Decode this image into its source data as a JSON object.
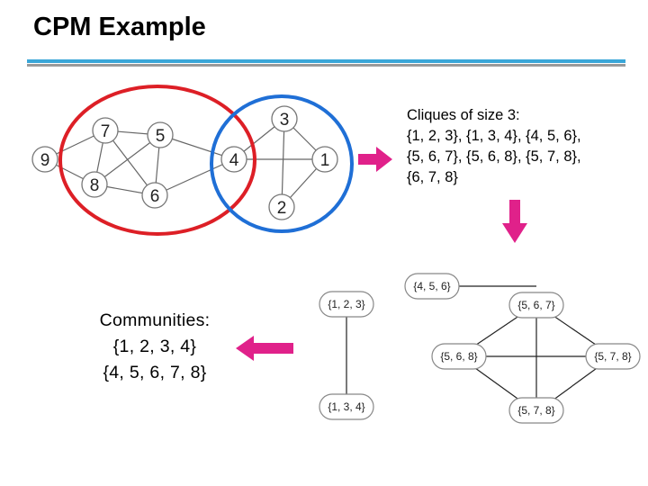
{
  "slide": {
    "title": "CPM Example",
    "cliques_heading": "Cliques of size 3:",
    "cliques_lines": [
      "{1, 2, 3}, {1, 3, 4}, {4, 5, 6},",
      "{5, 6, 7}, {5, 6, 8}, {5, 7, 8},",
      "{6, 7, 8}"
    ],
    "communities_heading": "Communities:",
    "communities_lines": [
      "{1, 2, 3, 4}",
      "{4, 5, 6, 7, 8}"
    ]
  },
  "colors": {
    "community_red": "#dd1f26",
    "community_blue": "#1f6fd6",
    "arrow_magenta": "#e0218a",
    "title_bar_blue": "#3aa6d8",
    "title_bar_gray": "#9a9a9a"
  },
  "graph": {
    "nodes": [
      "9",
      "7",
      "5",
      "8",
      "6",
      "4",
      "3",
      "1",
      "2"
    ],
    "edges": [
      [
        "9",
        "7"
      ],
      [
        "9",
        "8"
      ],
      [
        "7",
        "5"
      ],
      [
        "7",
        "8"
      ],
      [
        "7",
        "6"
      ],
      [
        "8",
        "6"
      ],
      [
        "8",
        "5"
      ],
      [
        "5",
        "6"
      ],
      [
        "5",
        "4"
      ],
      [
        "6",
        "4"
      ],
      [
        "4",
        "3"
      ],
      [
        "3",
        "1"
      ],
      [
        "3",
        "2"
      ],
      [
        "4",
        "1"
      ],
      [
        "1",
        "2"
      ]
    ]
  },
  "clique_graph": {
    "nodes": [
      "{4, 5, 6}",
      "{5, 6, 7}",
      "{5, 6, 8}",
      "{5, 7, 8}",
      "{5, 7, 8}",
      "{1, 2, 3}",
      "{1, 3, 4}"
    ],
    "edges": [
      [
        "n0",
        "n1"
      ],
      [
        "n1",
        "n2"
      ],
      [
        "n1",
        "n3"
      ],
      [
        "n1",
        "n4"
      ],
      [
        "n2",
        "n4"
      ],
      [
        "n3",
        "n4"
      ],
      [
        "n2",
        "n3"
      ],
      [
        "n5",
        "n6"
      ]
    ]
  }
}
